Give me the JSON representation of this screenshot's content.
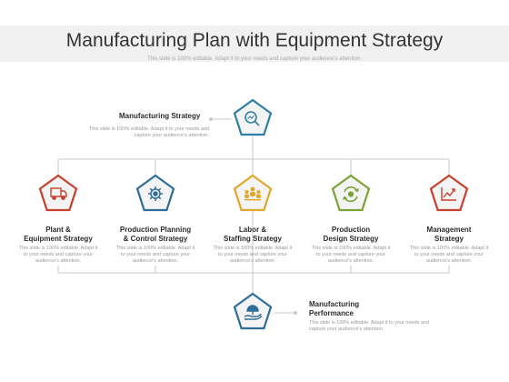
{
  "header": {
    "title": "Manufacturing Plan with Equipment Strategy",
    "subtitle": "This slide is 100% editable. Adapt it to your needs and capture your audience's attention."
  },
  "top": {
    "label": "Manufacturing Strategy",
    "desc": "This slide is 100% editable. Adapt it to your needs and capture your audience's attention.",
    "icon": "search-chart-icon",
    "color": "#2e7fa3"
  },
  "items": [
    {
      "label_l1": "Plant &",
      "label_l2": "Equipment Strategy",
      "desc": "This slide is 100% editable. Adapt it to your needs and capture your audience's attention.",
      "icon": "truck-icon",
      "color": "#c8402e"
    },
    {
      "label_l1": "Production Planning",
      "label_l2": "& Control Strategy",
      "desc": "This slide is 100% editable. Adapt it to your needs and capture your audience's attention.",
      "icon": "gear-icon",
      "color": "#2e6e9a"
    },
    {
      "label_l1": "Labor &",
      "label_l2": "Staffing Strategy",
      "desc": "This slide is 100% editable. Adapt it to your needs and capture your audience's attention.",
      "icon": "team-icon",
      "color": "#e0a72a"
    },
    {
      "label_l1": "Production",
      "label_l2": "Design Strategy",
      "desc": "This slide is 100% editable. Adapt it to your needs and capture your audience's attention.",
      "icon": "cycle-icon",
      "color": "#7aa334"
    },
    {
      "label_l1": "Management",
      "label_l2": "Strategy",
      "desc": "This slide is 100% editable. Adapt it to your needs and capture your audience's attention.",
      "icon": "growth-chart-icon",
      "color": "#c8402e"
    }
  ],
  "bottom": {
    "label_l1": "Manufacturing",
    "label_l2": "Performance",
    "desc": "This slide is 100% editable. Adapt it to your needs and capture your audience's attention.",
    "icon": "hand-umbrella-icon",
    "color": "#2e6e9a"
  },
  "colors": {
    "connector": "#c9c9c9",
    "pentagon_fill": "#f4f4f4"
  }
}
